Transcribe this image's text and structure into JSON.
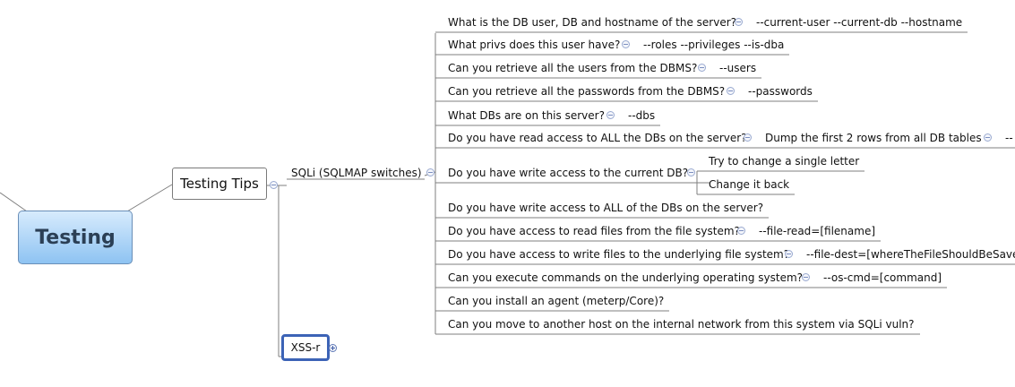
{
  "root": {
    "label": "Testing"
  },
  "branch": {
    "label": "Testing Tips"
  },
  "sqli": {
    "label": "SQLi (SQLMAP switches)"
  },
  "xss": {
    "label": "XSS-r"
  },
  "questions": [
    {
      "q": "What is the DB user, DB and hostname of the server?",
      "a": "--current-user --current-db --hostname"
    },
    {
      "q": "What privs does this user have?",
      "a": "--roles --privileges --is-dba"
    },
    {
      "q": "Can you retrieve all the users from the DBMS?",
      "a": "--users"
    },
    {
      "q": "Can you retrieve all the passwords from the DBMS?",
      "a": "--passwords"
    },
    {
      "q": "What DBs are on this server?",
      "a": "--dbs"
    },
    {
      "q": "Do you have read access to ALL the DBs on the server?",
      "a": "Dump the first 2 rows from all DB tables",
      "more": "--"
    },
    {
      "q": "Do you have write access to the current DB?",
      "sub": [
        "Try to change a single letter",
        "Change it back"
      ]
    },
    {
      "q": "Do you have write access to ALL of the DBs on the server?"
    },
    {
      "q": "Do you have access to read files from the file system?",
      "a": "--file-read=[filename]"
    },
    {
      "q": "Do you have access to write files to the underlying file system?",
      "a": "--file-dest=[whereTheFileShouldBeSave"
    },
    {
      "q": "Can you execute commands on the underlying operating system?",
      "a": "--os-cmd=[command]"
    },
    {
      "q": "Can you install an agent (meterp/Core)?"
    },
    {
      "q": "Can you move to another host on the internal network from this system via SQLi vuln?"
    }
  ]
}
